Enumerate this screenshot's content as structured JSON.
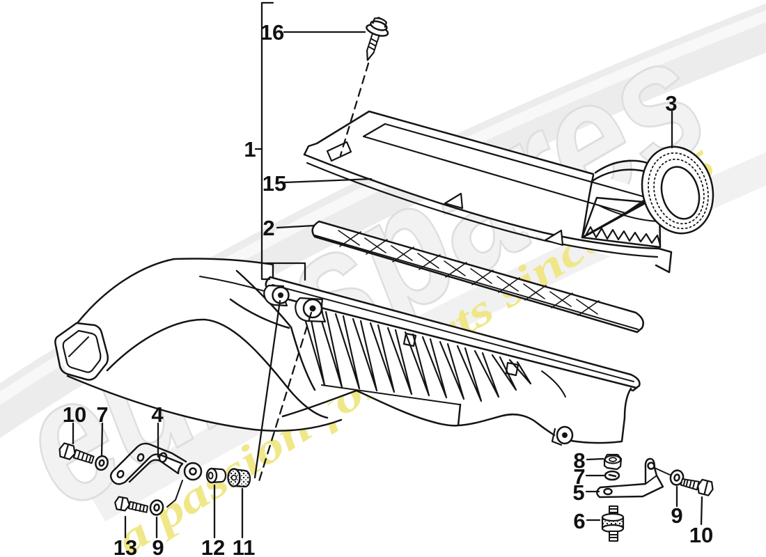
{
  "page": {
    "background": "#ffffff"
  },
  "watermark": {
    "brand": "eurospares",
    "tagline": "a passion for parts since 1985",
    "brand_fill": "#f2f2f2",
    "brand_stroke": "#dedede",
    "tagline_color": "#efe57c",
    "swoosh_color": "#ececec"
  },
  "diagram": {
    "ink": "#141414",
    "callouts": {
      "c16": "16",
      "c1": "1",
      "c15": "15",
      "c2": "2",
      "c3": "3",
      "c10_left": "10",
      "c7_left": "7",
      "c4": "4",
      "c13": "13",
      "c9_left": "9",
      "c12": "12",
      "c11": "11",
      "c8": "8",
      "c7_right": "7",
      "c5": "5",
      "c6": "6",
      "c9_right": "9",
      "c10_right": "10"
    }
  }
}
